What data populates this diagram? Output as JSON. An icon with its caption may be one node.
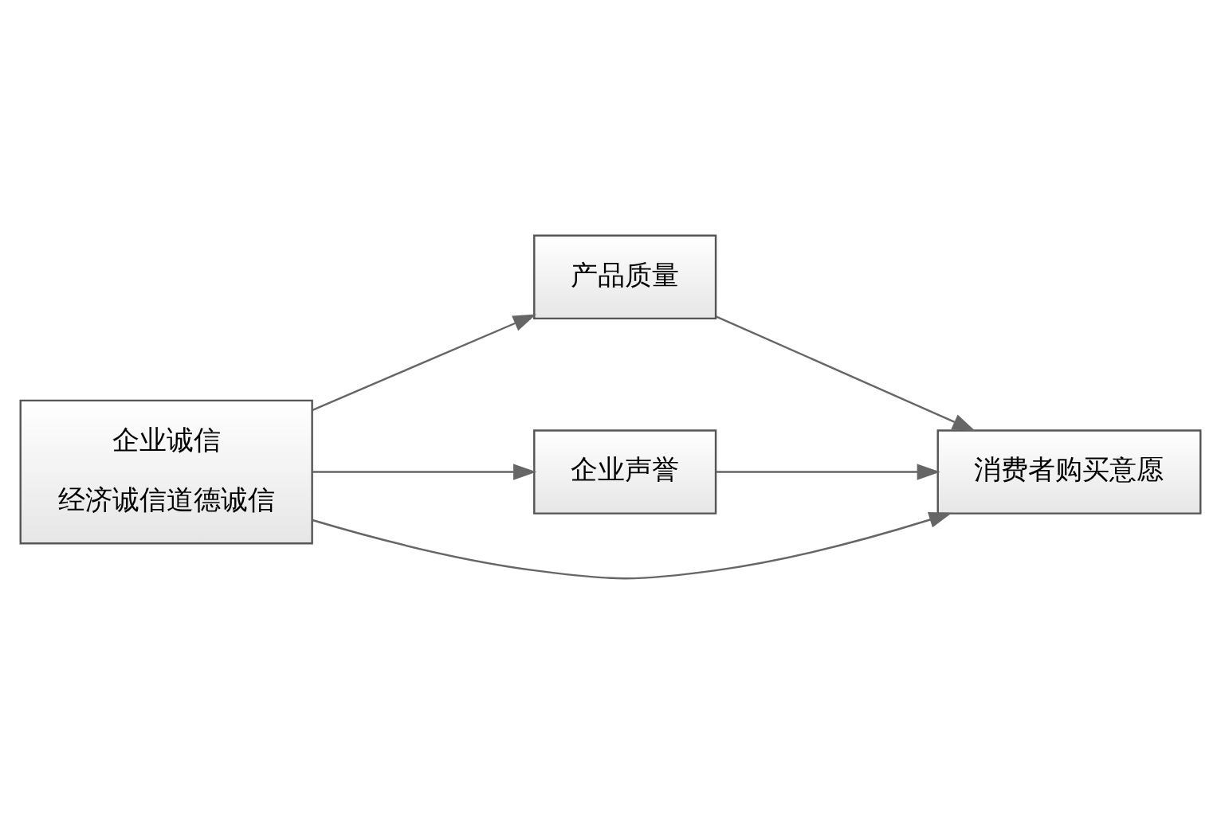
{
  "diagram": {
    "nodes": [
      {
        "text": [
          "企业诚信",
          "经济诚信道德诚信"
        ]
      },
      {
        "text": [
          "产品质量"
        ]
      },
      {
        "text": [
          "企业声誉"
        ]
      },
      {
        "text": [
          "消费者购买意愿"
        ]
      }
    ],
    "edges": [
      {
        "from": 0,
        "to": 1,
        "arrow": "to"
      },
      {
        "from": 0,
        "to": 2,
        "arrow": "to"
      },
      {
        "from": 0,
        "to": 3,
        "arrow": "to"
      },
      {
        "from": 1,
        "to": 3,
        "arrow": "to"
      },
      {
        "from": 2,
        "to": 3,
        "arrow": "to"
      }
    ]
  }
}
